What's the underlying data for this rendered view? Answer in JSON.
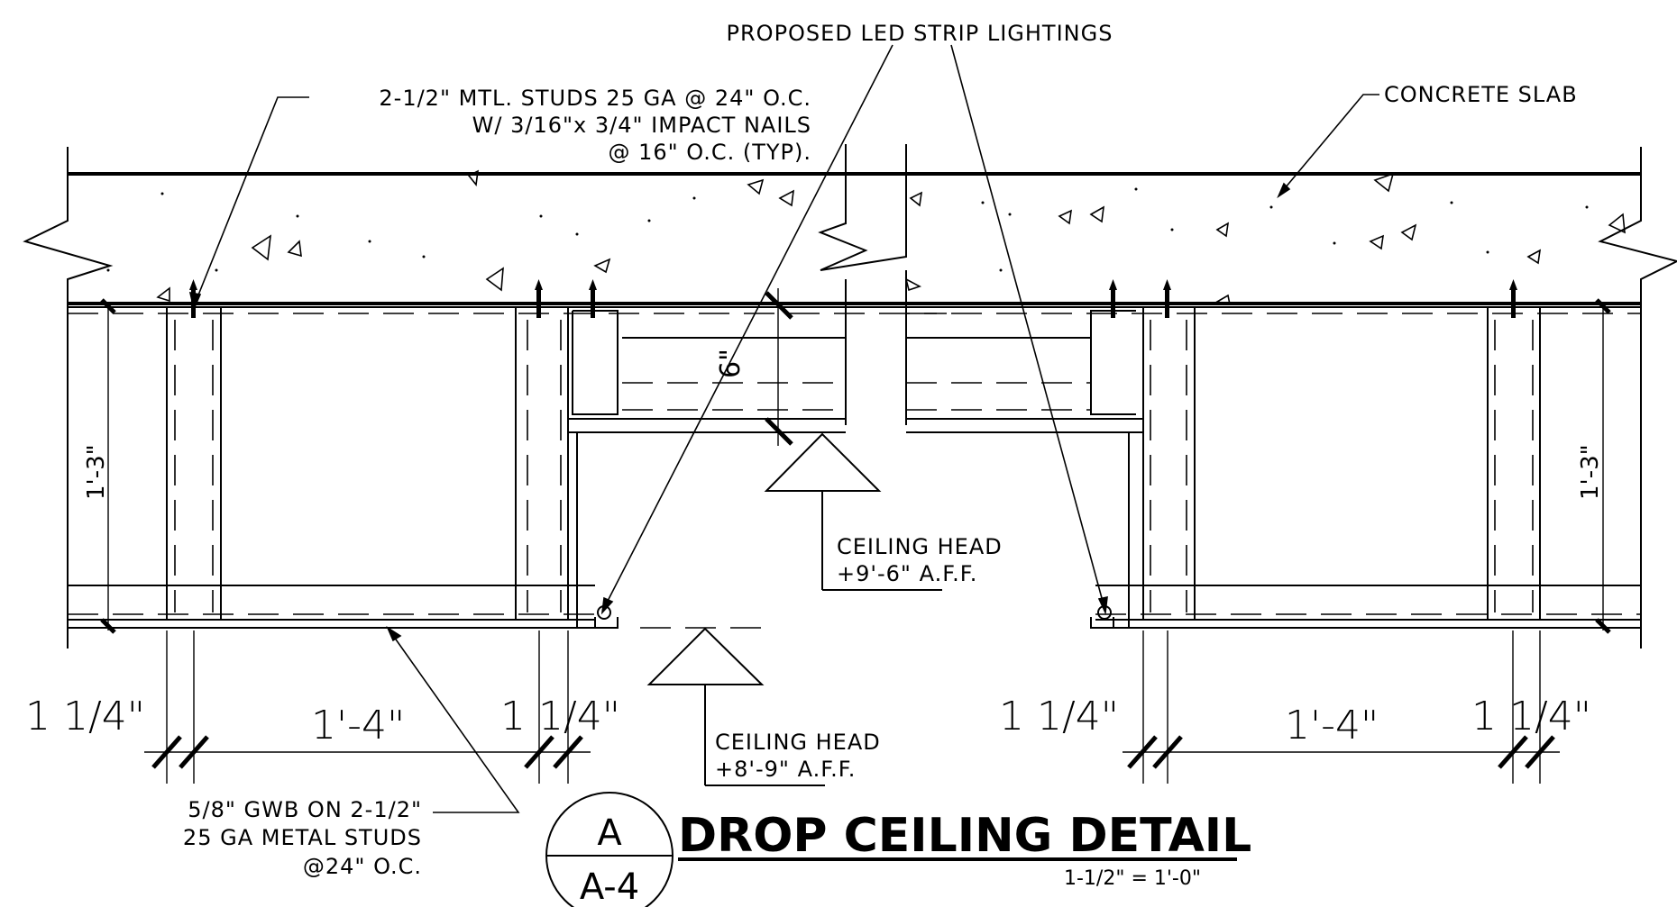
{
  "notes": {
    "led": "PROPOSED LED STRIP LIGHTINGS",
    "studs_line1": "2-1/2\" MTL. STUDS 25 GA @ 24\" O.C.",
    "studs_line2": "W/ 3/16\"x 3/4\" IMPACT NAILS",
    "studs_line3": "@ 16\" O.C. (TYP).",
    "slab": "CONCRETE SLAB",
    "gwb_line1": "5/8\" GWB ON 2-1/2\"",
    "gwb_line2": "25 GA METAL STUDS",
    "gwb_line3": "@24\" O.C."
  },
  "ceiling_heads": {
    "upper_label": "CEILING HEAD",
    "upper_elev": "+9'-6\" A.F.F.",
    "lower_label": "CEILING HEAD",
    "lower_elev": "+8'-9\" A.F.F."
  },
  "dimensions": {
    "height_left": "1'-3\"",
    "height_right": "1'-3\"",
    "step": "6\"",
    "left_a": "1 1/4\"",
    "left_span": "1'-4\"",
    "left_b": "1 1/4\"",
    "right_a": "1 1/4\"",
    "right_span": "1'-4\"",
    "right_b": "1 1/4\""
  },
  "title_block": {
    "detail_letter": "A",
    "sheet": "A-4",
    "title": "DROP CEILING DETAIL",
    "scale": "1-1/2\" = 1'-0\""
  }
}
